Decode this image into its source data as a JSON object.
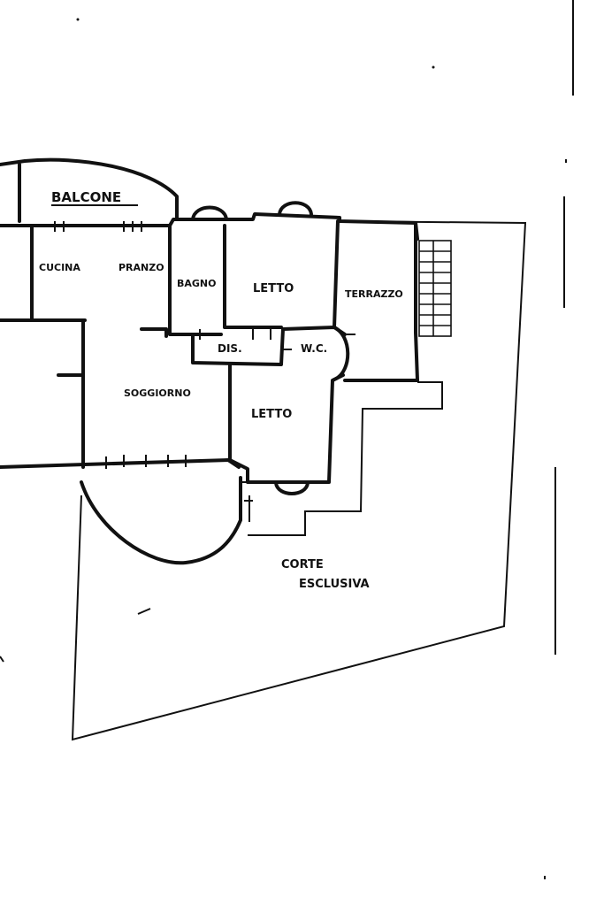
{
  "rooms": {
    "balcone": "BALCONE",
    "cucina": "CUCINA",
    "pranzo": "PRANZO",
    "bagno": "BAGNO",
    "letto_1": "LETTO",
    "terrazzo": "TERRAZZO",
    "dis": "DIS.",
    "wc": "W.C.",
    "soggiorno": "SOGGIORNO",
    "letto_2": "LETTO"
  },
  "courtyard": {
    "line1": "CORTE",
    "line2": "ESCLUSIVA"
  }
}
